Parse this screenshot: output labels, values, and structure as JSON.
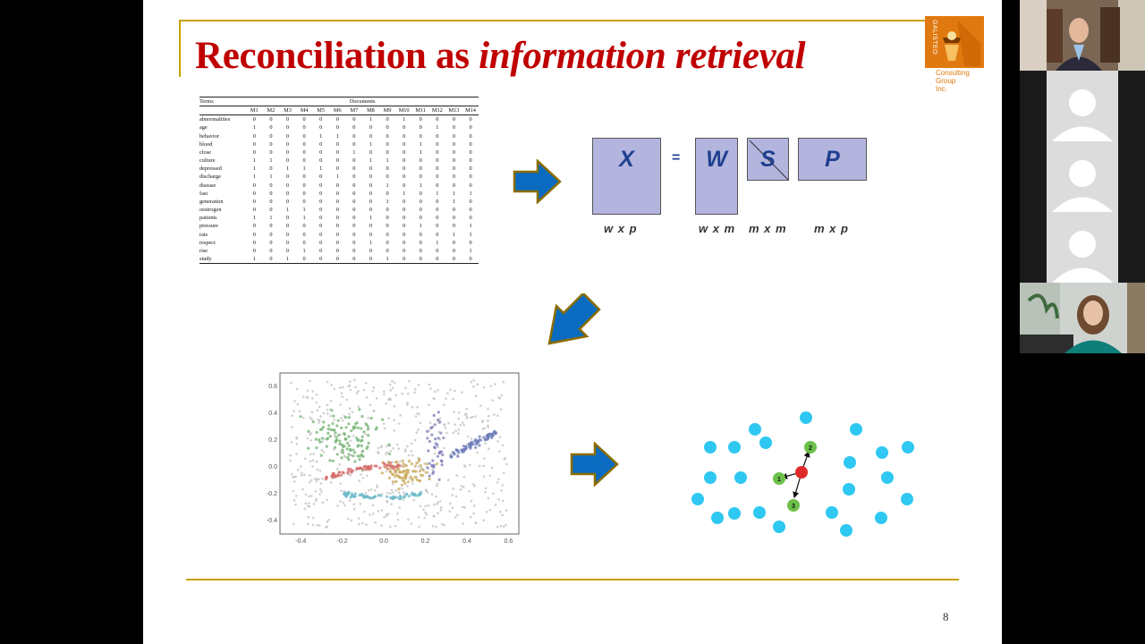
{
  "slide": {
    "title_plain": "Reconciliation as ",
    "title_italic": "information retrieval",
    "logo": {
      "word": "GALISTEO",
      "line1": "Consulting",
      "line2": "Group",
      "line3": "Inc."
    },
    "page_number": "8",
    "colors": {
      "title": "#c00000",
      "rule": "#c8a200",
      "arrow": "#0a6bc0",
      "arrow_outline": "#8c6d00",
      "matrix_fill": "#b3b5de",
      "matrix_letter": "#1f3f8f",
      "node": "#2ec8f2",
      "node_green": "#6cc04a",
      "node_red": "#e02a2a"
    }
  },
  "tdm": {
    "header_terms": "Terms",
    "header_docs": "Documents",
    "columns": [
      "M1",
      "M2",
      "M3",
      "M4",
      "M5",
      "M6",
      "M7",
      "M8",
      "M9",
      "M10",
      "M11",
      "M12",
      "M13",
      "M14"
    ],
    "rows": [
      {
        "term": "abnormalities",
        "values": [
          0,
          0,
          0,
          0,
          0,
          0,
          0,
          1,
          0,
          1,
          0,
          0,
          0,
          0
        ]
      },
      {
        "term": "age",
        "values": [
          1,
          0,
          0,
          0,
          0,
          0,
          0,
          0,
          0,
          0,
          0,
          1,
          0,
          0
        ]
      },
      {
        "term": "behavior",
        "values": [
          0,
          0,
          0,
          0,
          1,
          1,
          0,
          0,
          0,
          0,
          0,
          0,
          0,
          0
        ]
      },
      {
        "term": "blood",
        "values": [
          0,
          0,
          0,
          0,
          0,
          0,
          0,
          1,
          0,
          0,
          1,
          0,
          0,
          0
        ]
      },
      {
        "term": "close",
        "values": [
          0,
          0,
          0,
          0,
          0,
          0,
          1,
          0,
          0,
          0,
          1,
          0,
          0,
          0
        ]
      },
      {
        "term": "culture",
        "values": [
          1,
          1,
          0,
          0,
          0,
          0,
          0,
          1,
          1,
          0,
          0,
          0,
          0,
          0
        ]
      },
      {
        "term": "depressed",
        "values": [
          1,
          0,
          1,
          1,
          1,
          0,
          0,
          0,
          0,
          0,
          0,
          0,
          0,
          0
        ]
      },
      {
        "term": "discharge",
        "values": [
          1,
          1,
          0,
          0,
          0,
          1,
          0,
          0,
          0,
          0,
          0,
          0,
          0,
          0
        ]
      },
      {
        "term": "disease",
        "values": [
          0,
          0,
          0,
          0,
          0,
          0,
          0,
          0,
          1,
          0,
          1,
          0,
          0,
          0
        ]
      },
      {
        "term": "fast",
        "values": [
          0,
          0,
          0,
          0,
          0,
          0,
          0,
          0,
          0,
          1,
          0,
          1,
          1,
          1
        ]
      },
      {
        "term": "generation",
        "values": [
          0,
          0,
          0,
          0,
          0,
          0,
          0,
          0,
          1,
          0,
          0,
          0,
          1,
          0
        ]
      },
      {
        "term": "oestrogen",
        "values": [
          0,
          0,
          1,
          1,
          0,
          0,
          0,
          0,
          0,
          0,
          0,
          0,
          0,
          0
        ]
      },
      {
        "term": "patients",
        "values": [
          1,
          1,
          0,
          1,
          0,
          0,
          0,
          1,
          0,
          0,
          0,
          0,
          0,
          0
        ]
      },
      {
        "term": "pressure",
        "values": [
          0,
          0,
          0,
          0,
          0,
          0,
          0,
          0,
          0,
          0,
          1,
          0,
          0,
          1
        ]
      },
      {
        "term": "rats",
        "values": [
          0,
          0,
          0,
          0,
          0,
          0,
          0,
          0,
          0,
          0,
          0,
          0,
          1,
          1
        ]
      },
      {
        "term": "respect",
        "values": [
          0,
          0,
          0,
          0,
          0,
          0,
          0,
          1,
          0,
          0,
          0,
          1,
          0,
          0
        ]
      },
      {
        "term": "rise",
        "values": [
          0,
          0,
          0,
          1,
          0,
          0,
          0,
          0,
          0,
          0,
          0,
          0,
          0,
          1
        ]
      },
      {
        "term": "study",
        "values": [
          1,
          0,
          1,
          0,
          0,
          0,
          0,
          0,
          1,
          0,
          0,
          0,
          0,
          0
        ]
      }
    ]
  },
  "factorization": {
    "X": "X",
    "eq": "=",
    "W": "W",
    "S": "S",
    "P": "P",
    "dim_X": "w x p",
    "dim_W": "w x m",
    "dim_S": "m x m",
    "dim_P": "m x p"
  },
  "scatter": {
    "x_ticks": [
      "-0.4",
      "-0.2",
      "0.0",
      "0.2",
      "0.4",
      "0.6"
    ],
    "y_ticks": [
      "0.6",
      "0.4",
      "0.2",
      "0.0",
      "-0.2",
      "-0.4"
    ],
    "clusters": [
      {
        "color": "#6fb06f",
        "cx": -0.18,
        "cy": 0.22,
        "sx": 0.1,
        "sy": 0.09,
        "n": 110
      },
      {
        "color": "#c8a85a",
        "cx": 0.1,
        "cy": -0.04,
        "sx": 0.05,
        "sy": 0.05,
        "n": 80
      },
      {
        "color": "#d66a6a",
        "cx": -0.12,
        "cy": -0.02,
        "sx": 0.16,
        "sy": 0.02,
        "n": 70
      },
      {
        "color": "#6ab8c8",
        "cx": -0.02,
        "cy": -0.22,
        "sx": 0.16,
        "sy": 0.015,
        "n": 70
      },
      {
        "color": "#6a7ab8",
        "cx": 0.42,
        "cy": 0.2,
        "sx": 0.1,
        "sy": 0.02,
        "n": 70
      },
      {
        "color": "#7a7ab8",
        "cx": 0.25,
        "cy": 0.15,
        "sx": 0.02,
        "sy": 0.12,
        "n": 40
      }
    ],
    "noise_color": "#bbbbbb"
  },
  "graph": {
    "labels": [
      "1",
      "2",
      "3"
    ]
  },
  "participants": [
    {
      "name": "presenter-man"
    },
    {
      "name": "participant-2"
    },
    {
      "name": "participant-3"
    },
    {
      "name": "participant-4"
    },
    {
      "name": "presenter-woman"
    }
  ]
}
